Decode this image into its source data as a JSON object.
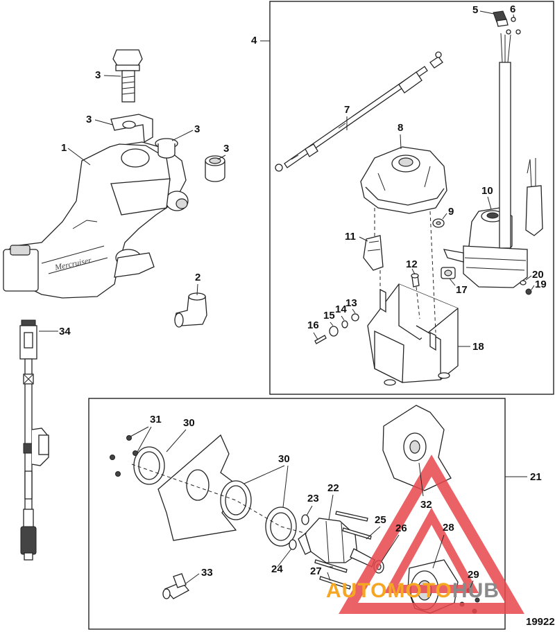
{
  "diagram_id": "19922",
  "callouts": [
    {
      "id": "c1",
      "num": "1"
    },
    {
      "id": "c2",
      "num": "2"
    },
    {
      "id": "c3a",
      "num": "3"
    },
    {
      "id": "c3b",
      "num": "3"
    },
    {
      "id": "c3c",
      "num": "3"
    },
    {
      "id": "c3d",
      "num": "3"
    },
    {
      "id": "c4",
      "num": "4"
    },
    {
      "id": "c5",
      "num": "5"
    },
    {
      "id": "c6",
      "num": "6"
    },
    {
      "id": "c7",
      "num": "7"
    },
    {
      "id": "c8",
      "num": "8"
    },
    {
      "id": "c9",
      "num": "9"
    },
    {
      "id": "c10",
      "num": "10"
    },
    {
      "id": "c11",
      "num": "11"
    },
    {
      "id": "c12",
      "num": "12"
    },
    {
      "id": "c13",
      "num": "13"
    },
    {
      "id": "c14",
      "num": "14"
    },
    {
      "id": "c15",
      "num": "15"
    },
    {
      "id": "c16",
      "num": "16"
    },
    {
      "id": "c17",
      "num": "17"
    },
    {
      "id": "c18",
      "num": "18"
    },
    {
      "id": "c19",
      "num": "19"
    },
    {
      "id": "c20",
      "num": "20"
    },
    {
      "id": "c21",
      "num": "21"
    },
    {
      "id": "c22",
      "num": "22"
    },
    {
      "id": "c23",
      "num": "23"
    },
    {
      "id": "c24",
      "num": "24"
    },
    {
      "id": "c25",
      "num": "25"
    },
    {
      "id": "c26",
      "num": "26"
    },
    {
      "id": "c27",
      "num": "27"
    },
    {
      "id": "c28",
      "num": "28"
    },
    {
      "id": "c29",
      "num": "29"
    },
    {
      "id": "c30a",
      "num": "30"
    },
    {
      "id": "c30b",
      "num": "30"
    },
    {
      "id": "c31",
      "num": "31"
    },
    {
      "id": "c32",
      "num": "32"
    },
    {
      "id": "c33",
      "num": "33"
    },
    {
      "id": "c34",
      "num": "34"
    }
  ],
  "watermark": {
    "part1": "AUTOMOTO",
    "part2": "HUB",
    "color_red": "#e8474c",
    "color_orange": "#f5a623",
    "color_gray": "#8a8a8a"
  }
}
